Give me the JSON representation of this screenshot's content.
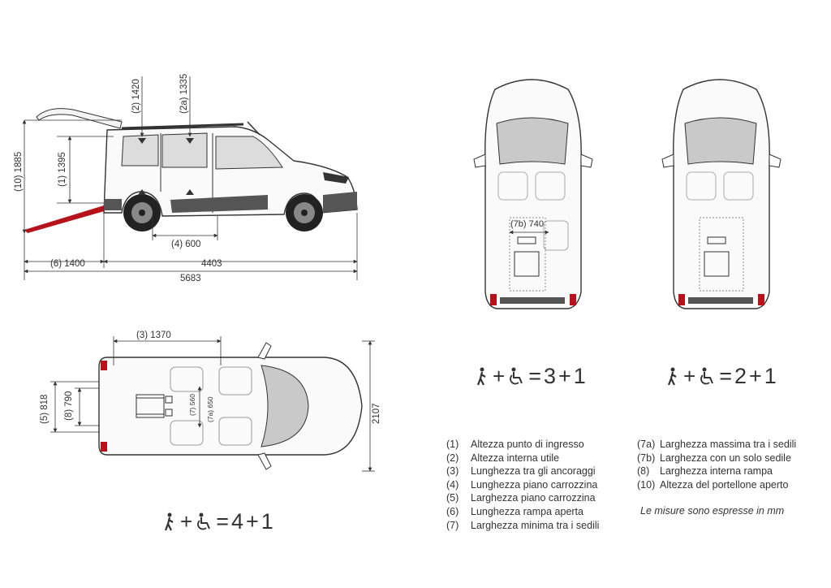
{
  "side_view": {
    "dims": {
      "d10": "(10) 1885",
      "d1": "(1) 1395",
      "d2": "(2) 1420",
      "d2a": "(2a) 1335",
      "d4": "(4) 600",
      "d6": "(6) 1400",
      "length": "4403",
      "total": "5683"
    }
  },
  "top_view": {
    "dims": {
      "d3": "(3) 1370",
      "d5": "(5) 818",
      "d8": "(8) 790",
      "d7": "(7) 560",
      "d7a": "(7a) 650",
      "width": "2107"
    }
  },
  "front_view_1": {
    "dims": {
      "d7b": "(7b) 740"
    }
  },
  "formulas": [
    {
      "left": "3",
      "right": "1"
    },
    {
      "left": "2",
      "right": "1"
    },
    {
      "left": "4",
      "right": "1"
    }
  ],
  "formula_operators": {
    "plus": "+",
    "equals": "="
  },
  "legend": {
    "left": [
      {
        "code": "(1)",
        "text": "Altezza punto di ingresso"
      },
      {
        "code": "(2)",
        "text": "Altezza interna utile"
      },
      {
        "code": "(3)",
        "text": "Lunghezza tra gli ancoraggi"
      },
      {
        "code": "(4)",
        "text": "Lunghezza piano carrozzina"
      },
      {
        "code": "(5)",
        "text": "Larghezza piano carrozzina"
      },
      {
        "code": "(6)",
        "text": "Lunghezza rampa aperta"
      },
      {
        "code": "(7)",
        "text": "Larghezza minima tra i sedili"
      }
    ],
    "right": [
      {
        "code": "(7a)",
        "text": "Larghezza massima tra i sedili"
      },
      {
        "code": "(7b)",
        "text": "Larghezza con un solo sedile"
      },
      {
        "code": "(8)",
        "text": "Larghezza interna rampa"
      },
      {
        "code": "(10)",
        "text": "Altezza del portellone aperto"
      }
    ]
  },
  "note": "Le misure sono espresse in mm",
  "colors": {
    "ramp": "#b5121b",
    "line": "#333333",
    "glass": "#c9c9c9",
    "tail": "#b5121b"
  }
}
